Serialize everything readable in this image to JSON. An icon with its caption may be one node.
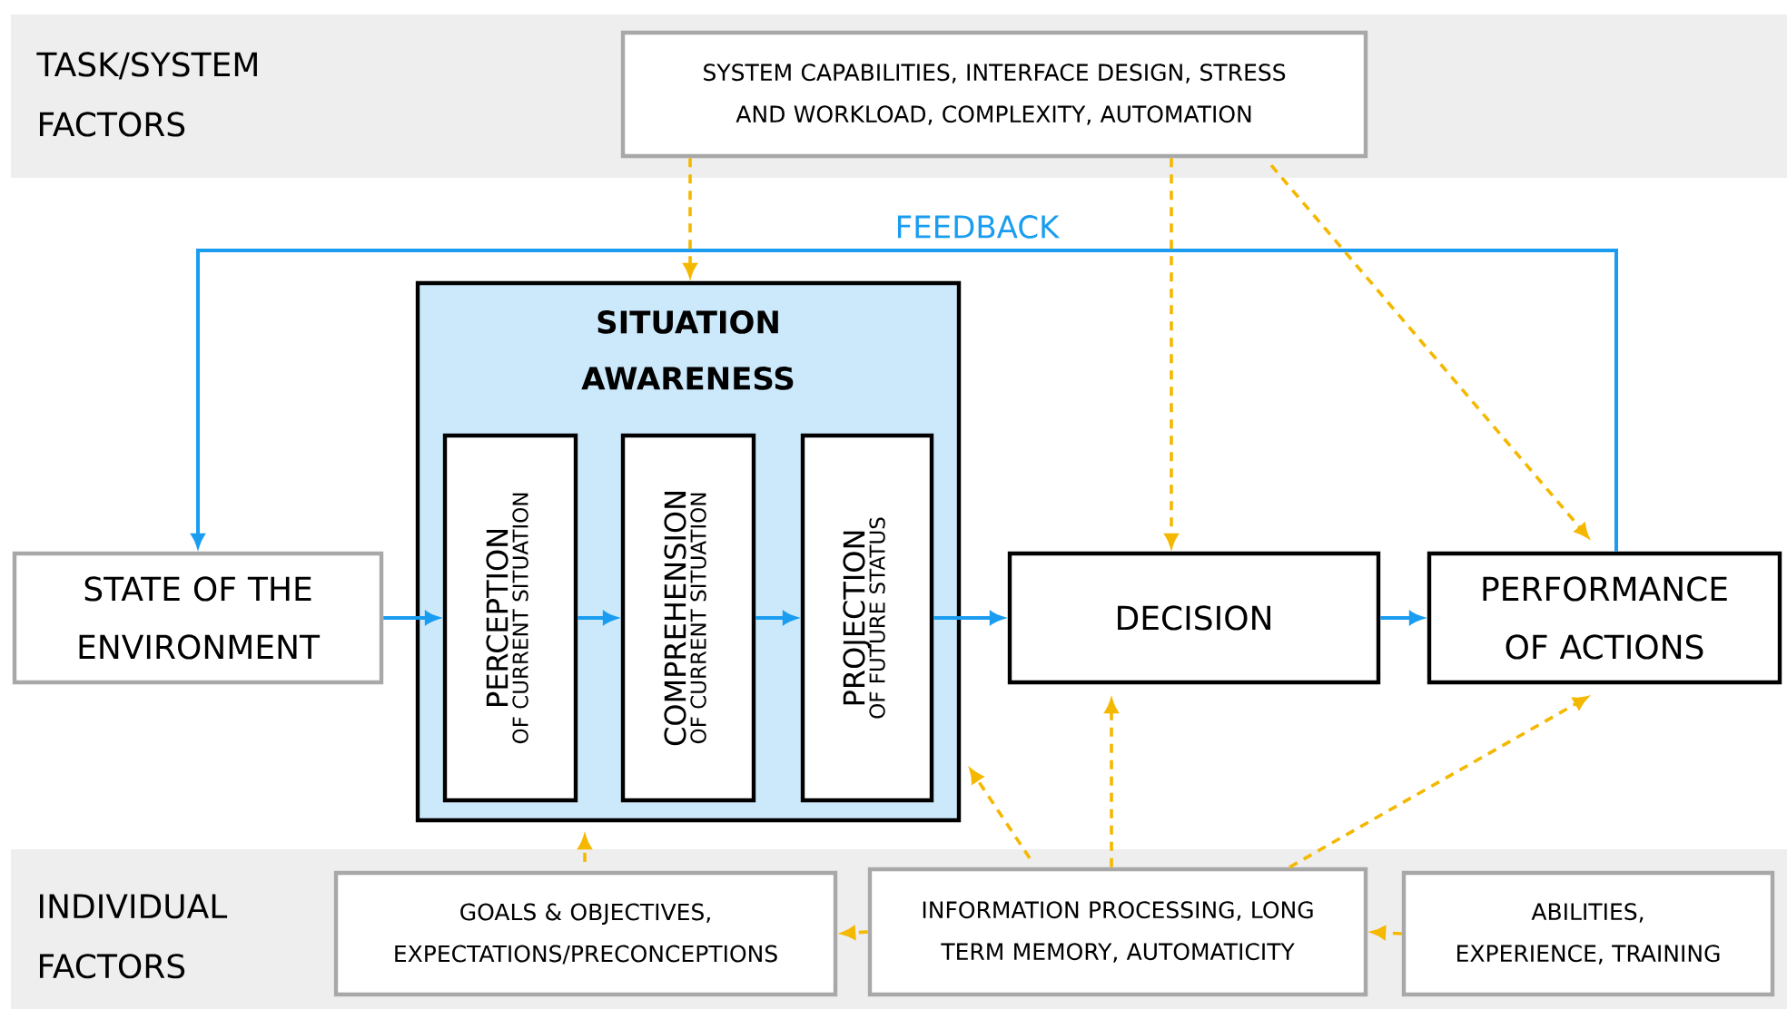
{
  "diagram": {
    "nodes": [
      {
        "text": [
          "TASK/SYSTEM FACTORS"
        ]
      },
      {
        "text": [
          "SYSTEM CAPABILITIES, INTERFACE DESIGN, STRESS AND WORKLOAD, COMPLEXITY, AUTOMATION"
        ],
        "in": 0
      },
      {
        "text": [
          "STATE OF THE ENVIRONMENT"
        ]
      },
      {
        "text": [
          "SITUATION AWARENESS"
        ]
      },
      {
        "text": [
          "PERCEPTION",
          "OF CURRENT SITUATION"
        ],
        "in": 3
      },
      {
        "text": [
          "COMPREHENSION",
          "OF CURRENT SITUATION"
        ],
        "in": 3
      },
      {
        "text": [
          "PROJECTION",
          "OF FUTURE STATUS"
        ],
        "in": 3
      },
      {
        "text": [
          "DECISION"
        ]
      },
      {
        "text": [
          "PERFORMANCE OF ACTIONS"
        ]
      },
      {
        "text": [
          "INDIVIDUAL FACTORS"
        ]
      },
      {
        "text": [
          "GOALS & OBJECTIVES, EXPECTATIONS/PRECONCEPTIONS"
        ],
        "in": 9
      },
      {
        "text": [
          "INFORMATION PROCESSING, LONG TERM MEMORY, AUTOMATICITY"
        ],
        "in": 9
      },
      {
        "text": [
          "ABILITIES, EXPERIENCE, TRAINING"
        ],
        "in": 9
      }
    ],
    "edges": [
      {
        "from": 2,
        "to": 4,
        "arrow": "to",
        "color": "#1a9df0"
      },
      {
        "from": 4,
        "to": 5,
        "arrow": "to",
        "color": "#1a9df0"
      },
      {
        "from": 5,
        "to": 6,
        "arrow": "to",
        "color": "#1a9df0"
      },
      {
        "from": 6,
        "to": 7,
        "arrow": "to",
        "color": "#1a9df0"
      },
      {
        "from": 7,
        "to": 8,
        "arrow": "to",
        "color": "#1a9df0"
      },
      {
        "from": 8,
        "to": 2,
        "arrow": "to",
        "color": "#1a9df0",
        "label": "FEEDBACK"
      },
      {
        "from": 1,
        "to": 3,
        "arrow": "to",
        "style": "dashed"
      },
      {
        "from": 1,
        "to": 7,
        "arrow": "to",
        "style": "dashed"
      },
      {
        "from": 1,
        "to": 8,
        "arrow": "to",
        "style": "dashed"
      },
      {
        "from": 10,
        "to": 3,
        "arrow": "to",
        "style": "dashed"
      },
      {
        "from": 11,
        "to": 3,
        "arrow": "to",
        "style": "dashed"
      },
      {
        "from": 11,
        "to": 7,
        "arrow": "to",
        "style": "dashed"
      },
      {
        "from": 11,
        "to": 8,
        "arrow": "to",
        "style": "dashed"
      },
      {
        "from": 11,
        "to": 10,
        "arrow": "to",
        "style": "dashed"
      },
      {
        "from": 12,
        "to": 11,
        "arrow": "to",
        "style": "dashed"
      }
    ]
  }
}
